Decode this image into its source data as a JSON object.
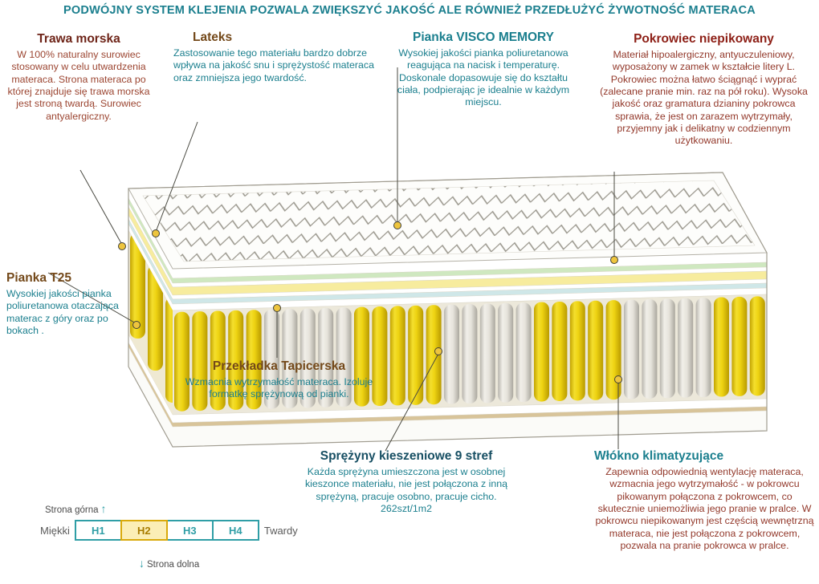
{
  "header": {
    "text": "PODWÓJNY SYSTEM KLEJENIA POZWALA ZWIĘKSZYĆ JAKOŚĆ ALE RÓWNIEŻ PRZEDŁUŻYĆ ŻYWOTNOŚĆ MATERACA"
  },
  "annotations": {
    "trawa": {
      "title": "Trawa morska",
      "body": "W 100% naturalny surowiec stosowany w celu utwardzenia materaca. Strona materaca po której znajduje się trawa morska jest stroną twardą. Surowiec antyalergiczny."
    },
    "lateks": {
      "title": "Lateks",
      "body": "Zastosowanie tego materiału bardzo dobrze wpływa na jakość snu i sprężystość materaca oraz zmniejsza jego twardość."
    },
    "visco": {
      "title": "Pianka VISCO MEMORY",
      "body": "Wysokiej jakości pianka poliuretanowa reagująca na nacisk i temperaturę. Doskonale dopasowuje się do kształtu ciała, podpierając je idealnie w każdym miejscu."
    },
    "pokrowiec": {
      "title": "Pokrowiec niepikowany",
      "body": "Materiał hipoalergiczny, antyuczuleniowy, wyposażony w zamek w kształcie litery L. Pokrowiec można łatwo ściągnąć i wyprać (zalecane pranie min. raz na pół roku). Wysoka jakość oraz gramatura dzianiny pokrowca sprawia, że jest on zarazem wytrzymały, przyjemny jak i delikatny w codziennym użytkowaniu."
    },
    "t25": {
      "title": "Pianka T25",
      "body": "Wysokiej jakości pianka poliuretanowa otaczająca materac z góry oraz po bokach ."
    },
    "przekladka": {
      "title": "Przekładka Tapicerska",
      "body": "Wzmacnia wytrzymałość materaca. Izoluje formatkę sprężynową od pianki."
    },
    "sprezyny": {
      "title": "Sprężyny kieszeniowe 9 stref",
      "body": "Każda sprężyna umieszczona jest w osobnej kieszonce materiału, nie jest połączona z inną sprężyną, pracuje osobno, pracuje cicho.\n262szt/1m2"
    },
    "wlokno": {
      "title": "Włókno klimatyzujące",
      "body": "Zapewnia odpowiednią wentylację materaca, wzmacnia jego wytrzymałość - w pokrowcu pikowanym połączona z pokrowcem, co skutecznie uniemożliwia jego pranie w pralce. W pokrowcu niepikowanym jest częścią wewnętrzną materaca, nie jest połączona z pokrowcem, pozwala na pranie pokrowca w pralce."
    }
  },
  "firmness_scale": {
    "top_side_label": "Strona górna",
    "bottom_side_label": "Strona dolna",
    "soft_label": "Miękki",
    "hard_label": "Twardy",
    "levels": [
      "H1",
      "H2",
      "H3",
      "H4"
    ],
    "selected_level": "H2"
  },
  "icons": {
    "up_arrow": "↑",
    "down_arrow": "↓"
  },
  "colors": {
    "header_teal": "#1b7f8e",
    "body_teal": "#1b7f8e",
    "maroon_red": "#93392b",
    "dark_red_title": "#8d1f16",
    "brown_title": "#74491a",
    "dark_teal_title": "#174f63",
    "spring_yellow": "#eed312",
    "callout_dot_yellow": "#eec53e",
    "scale_border_teal": "#2f9ea6",
    "selected_level_yellow": "#d9a90b"
  }
}
